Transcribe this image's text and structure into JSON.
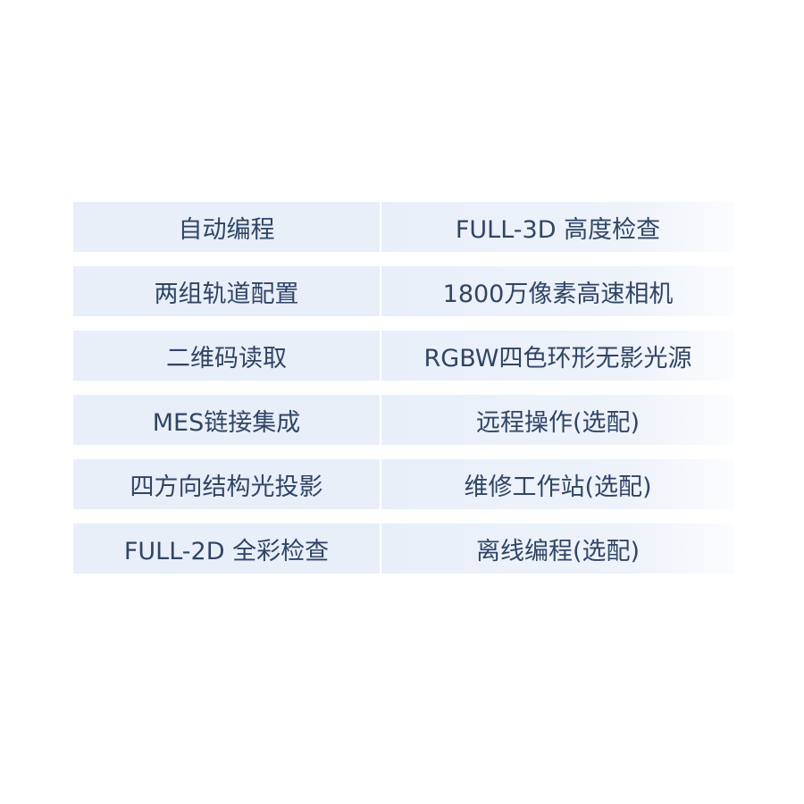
{
  "features": [
    {
      "left": "自动编程",
      "right": "FULL-3D 高度检查"
    },
    {
      "left": "两组轨道配置",
      "right": "1800万像素高速相机"
    },
    {
      "left": "二维码读取",
      "right": "RGBW四色环形无影光源"
    },
    {
      "left": "MES链接集成",
      "right": "远程操作(选配)"
    },
    {
      "left": "四方向结构光投影",
      "right": "维修工作站(选配)"
    },
    {
      "left": "FULL-2D 全彩检查",
      "right": "离线编程(选配)"
    }
  ]
}
